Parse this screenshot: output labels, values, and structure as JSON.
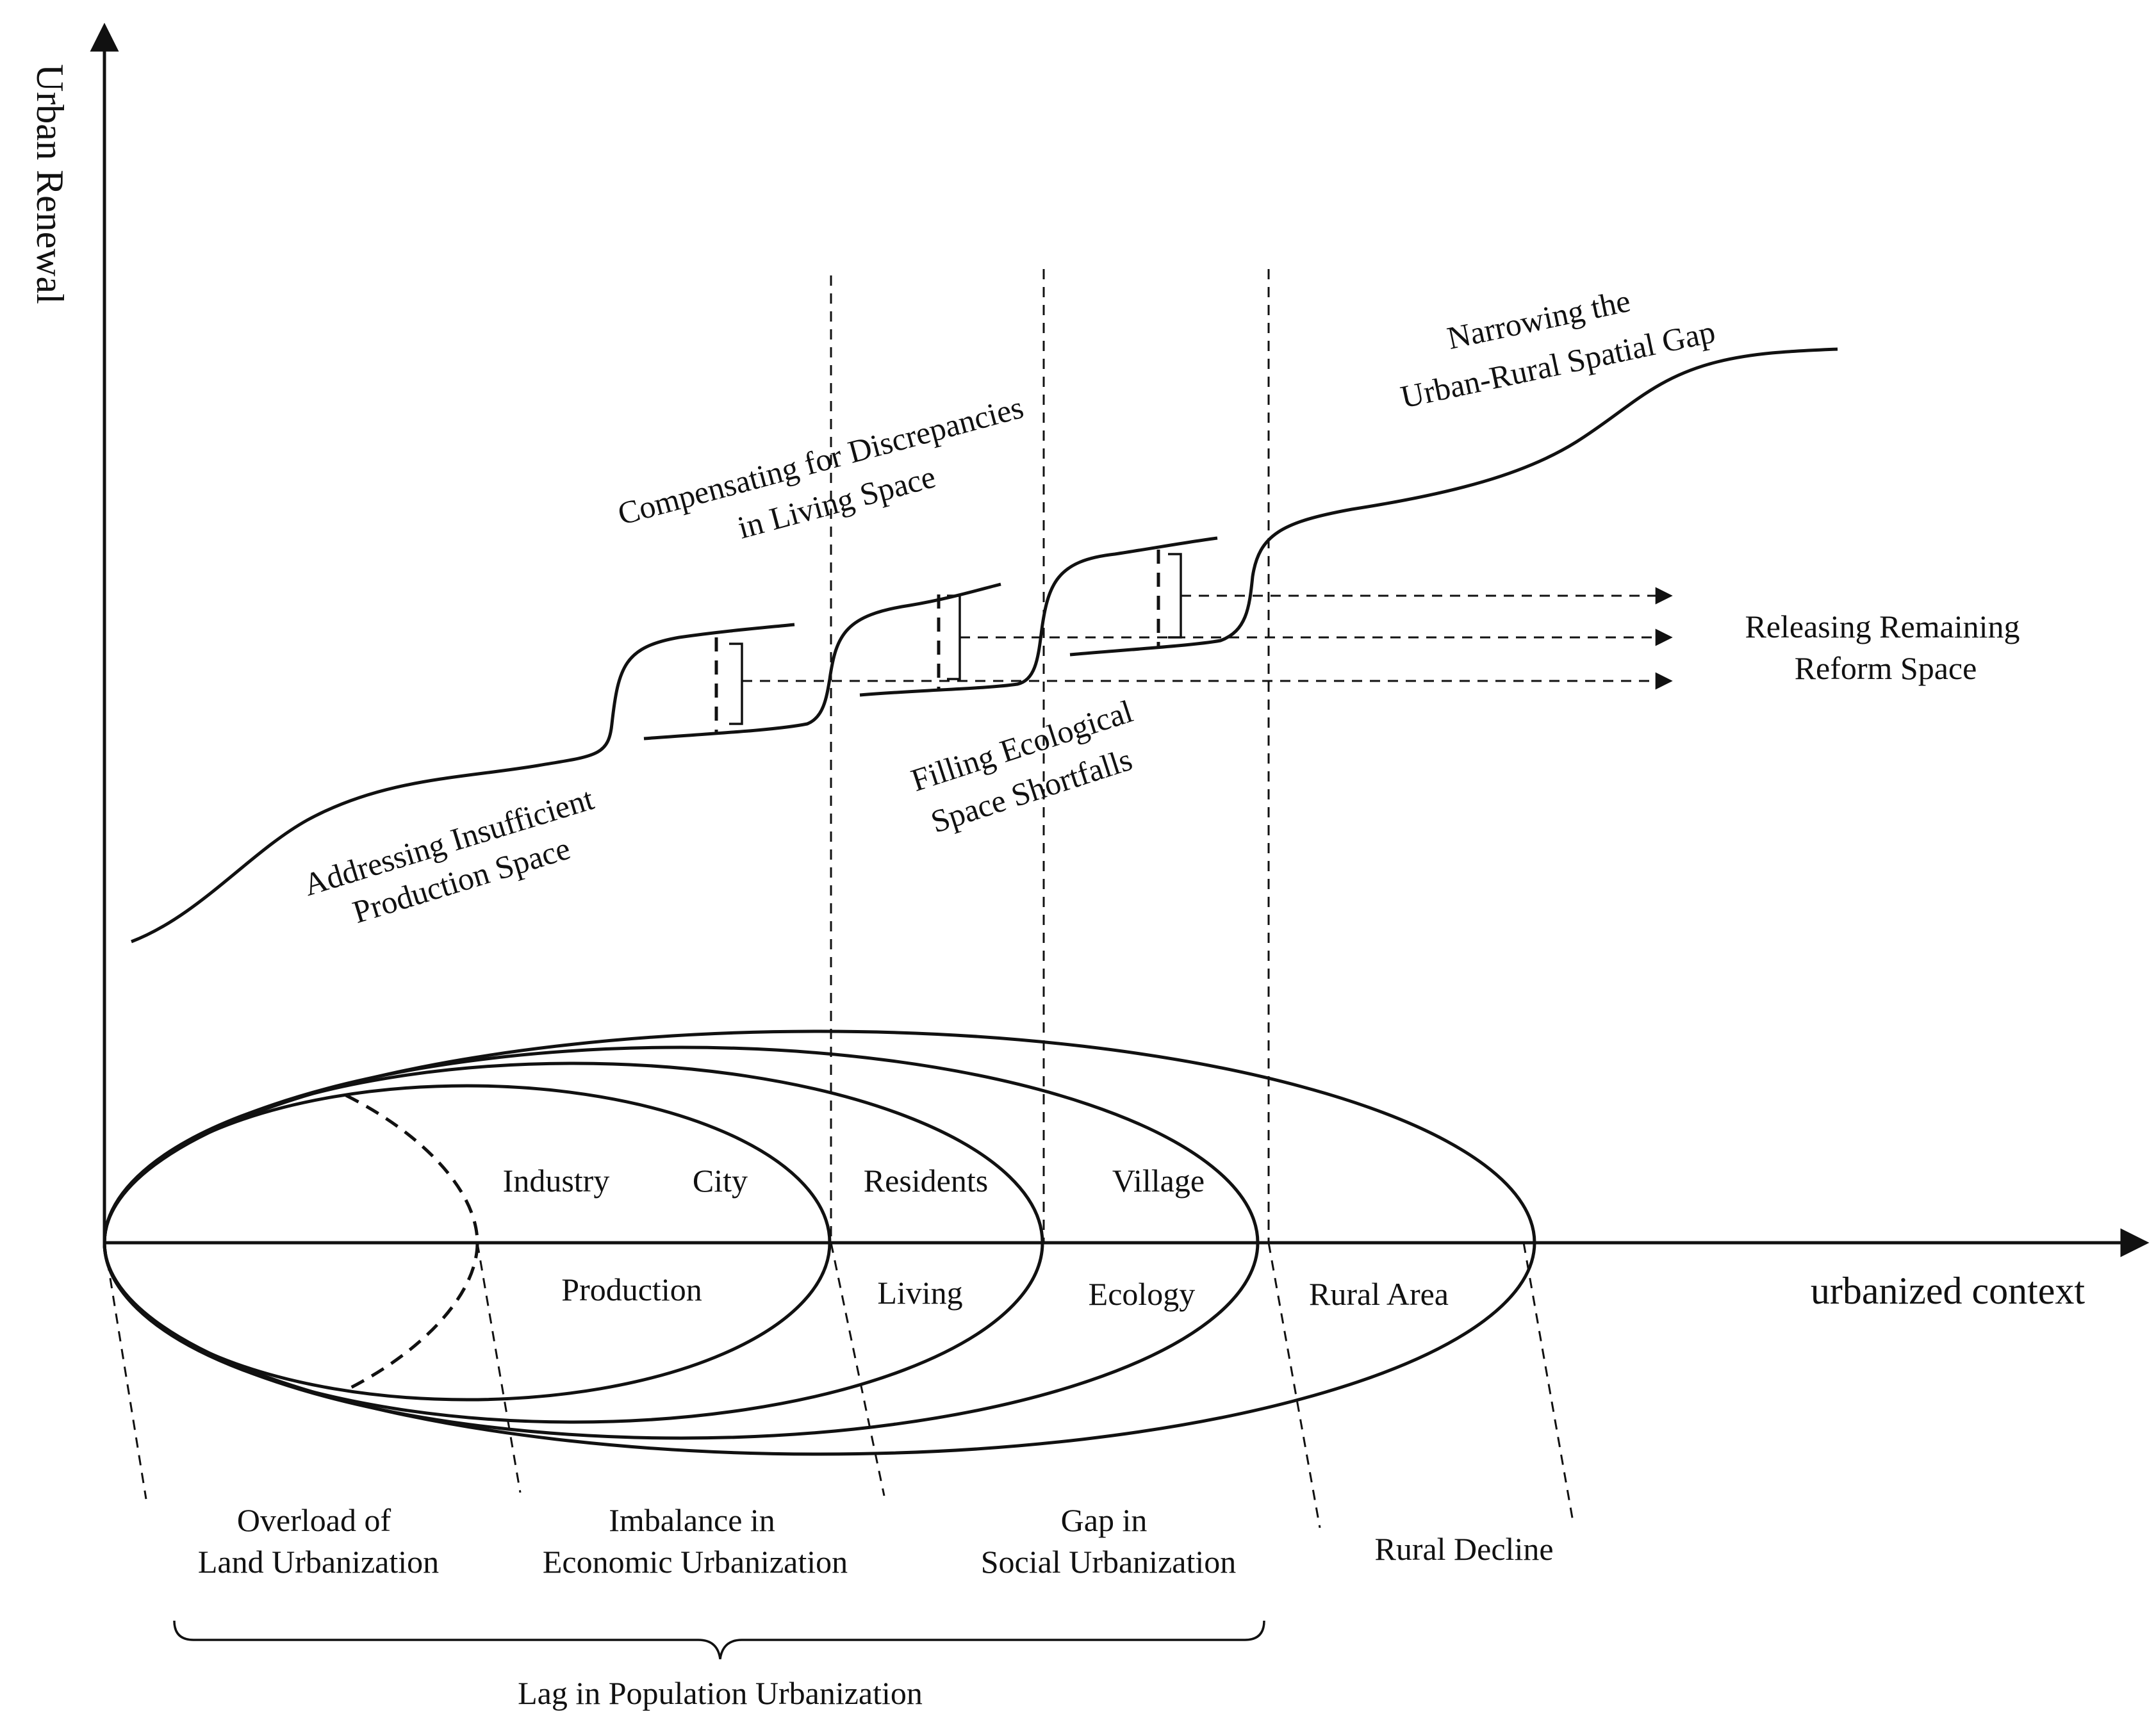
{
  "axes": {
    "y_label": "Urban Renewal",
    "x_label": "urbanized context"
  },
  "regions": {
    "industry": "Industry",
    "city": "City",
    "residents": "Residents",
    "village": "Village",
    "production": "Production",
    "living": "Living",
    "ecology": "Ecology",
    "rural_area": "Rural Area"
  },
  "curve_labels": {
    "production": [
      "Addressing Insufficient",
      "Production Space"
    ],
    "living": [
      "Compensating for Discrepancies",
      "in Living Space"
    ],
    "ecology": [
      "Filling Ecological",
      "Space Shortfalls"
    ],
    "gap": [
      "Narrowing the",
      "Urban-Rural Spatial Gap"
    ],
    "releasing": [
      "Releasing Remaining",
      "Reform Space"
    ]
  },
  "bottom_labels": {
    "land": [
      "Overload of",
      "Land Urbanization"
    ],
    "economic": [
      "Imbalance in",
      "Economic Urbanization"
    ],
    "social": [
      "Gap in",
      "Social Urbanization"
    ],
    "rural": "Rural Decline",
    "population": "Lag in Population Urbanization"
  },
  "colors": {
    "line": "#111111",
    "background": "#ffffff"
  }
}
